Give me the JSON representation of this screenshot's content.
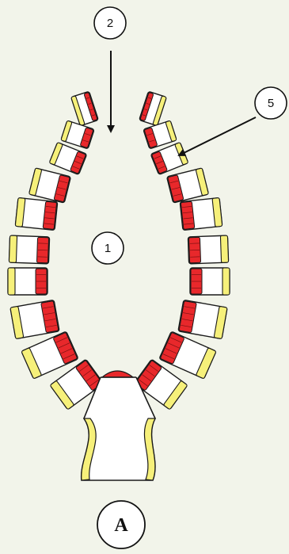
{
  "labels": {
    "lumen": "1",
    "opening": "2",
    "cell": "5",
    "figure": "A"
  },
  "colors": {
    "background": "#f2f4ea",
    "outline": "#1a1a1a",
    "cell_fill": "#ffffff",
    "yellow_layer": "#f6f07a",
    "red_layer": "#e8282b"
  }
}
